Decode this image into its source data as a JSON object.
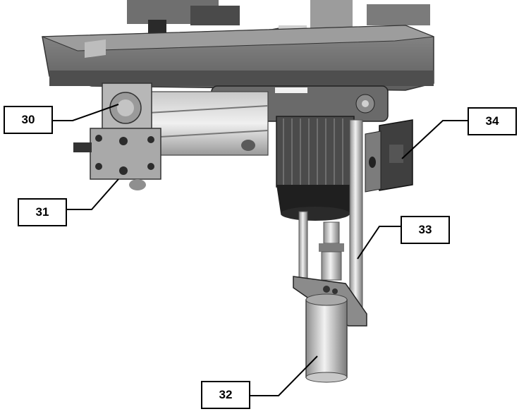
{
  "callouts": [
    {
      "id": "30",
      "label": "30"
    },
    {
      "id": "31",
      "label": "31"
    },
    {
      "id": "32",
      "label": "32"
    },
    {
      "id": "33",
      "label": "33"
    },
    {
      "id": "34",
      "label": "34"
    }
  ]
}
